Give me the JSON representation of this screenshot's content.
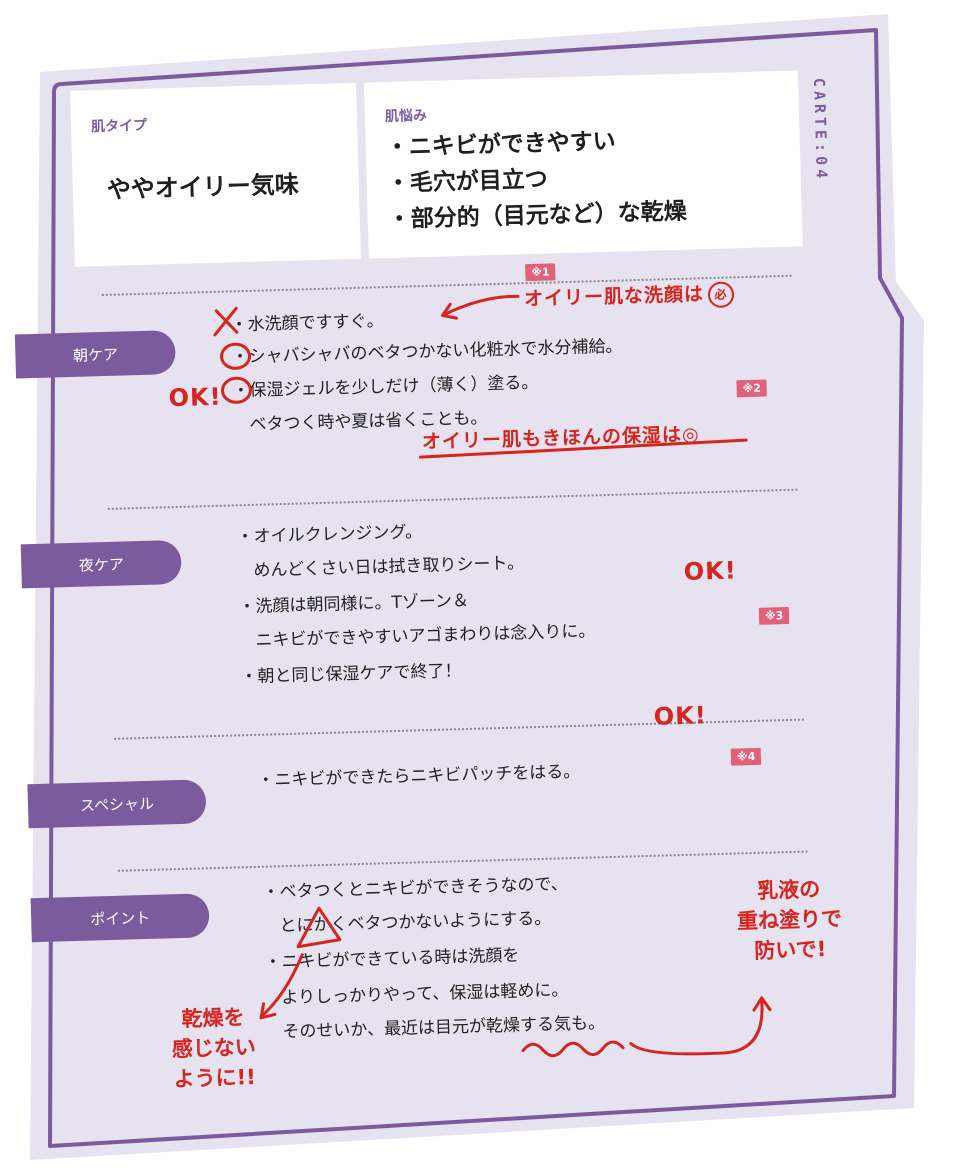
{
  "skin_type": {
    "label": "肌タイプ",
    "value": "ややオイリー気味"
  },
  "skin_concerns": {
    "label": "肌悩み",
    "items": [
      "・ニキビができやすい",
      "・毛穴が目立つ",
      "・部分的（目元など）な乾燥"
    ]
  },
  "carte_label": "CARTE:04",
  "sections": {
    "morning": {
      "tab": "朝ケア",
      "lines": [
        "・水洗顔ですすぐ。",
        "・シャバシャバのベタつかない化粧水で水分補給。",
        "・保湿ジェルを少しだけ（薄く）塗る。",
        "ベタつく時や夏は省くことも。"
      ]
    },
    "night": {
      "tab": "夜ケア",
      "lines": [
        "・オイルクレンジング。",
        "めんどくさい日は拭き取りシート。",
        "・洗顔は朝同様に。Tゾーン＆",
        "ニキビができやすいアゴまわりは念入りに。",
        "・朝と同じ保湿ケアで終了！"
      ]
    },
    "special": {
      "tab": "スペシャル",
      "lines": [
        "・ニキビができたらニキビパッチをはる。"
      ]
    },
    "point": {
      "tab": "ポイント",
      "lines": [
        "・ベタつくとニキビができそうなので、",
        "とにかくベタつかないようにする。",
        "・ニキビができている時は洗顔を",
        "よりしっかりやって、保湿は軽めに。",
        "そのせいか、最近は目元が乾燥する気も。"
      ]
    }
  },
  "badges": {
    "b1": "※1",
    "b2": "※2",
    "b3": "※3",
    "b4": "※4"
  },
  "annotations": {
    "oily_wash": "オイリー肌な洗顔は",
    "oily_wash_mark": "必",
    "ok_morning": "OK!",
    "oily_moist": "オイリー肌もきほんの保湿は◎",
    "ok_night": "OK!",
    "ok_special": "OK!",
    "dry_lines": [
      "乾燥を",
      "感じない",
      "ように!!"
    ],
    "emulsion_lines": [
      "乳液の",
      "重ね塗りで",
      "防いで!"
    ]
  },
  "colors": {
    "card": "#e7e2ef",
    "border": "#7b5b9d",
    "accent": "#7b5b9d",
    "red": "#d6241f",
    "badge": "#e3607a"
  }
}
